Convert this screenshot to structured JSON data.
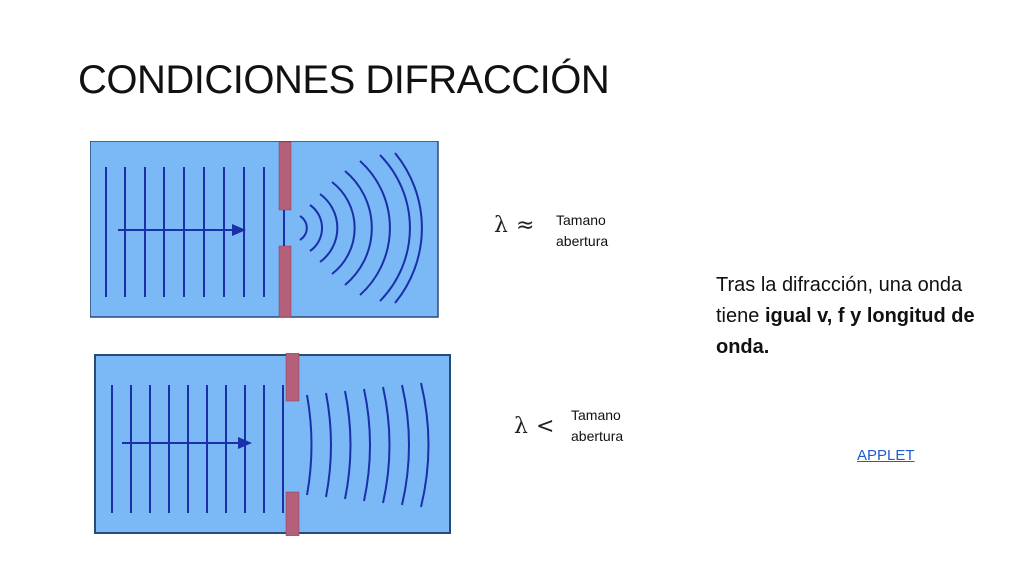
{
  "slide": {
    "title": "CONDICIONES DIFRACCIÓN"
  },
  "diagram_top": {
    "relation_symbol": "≈",
    "lambda_symbol": "λ",
    "label_line1": "Tamano",
    "label_line2": "abertura"
  },
  "diagram_bottom": {
    "relation_symbol": "<",
    "lambda_symbol": "λ",
    "label_line1": "Tamano",
    "label_line2": "abertura"
  },
  "body": {
    "text_plain": "Tras la difracción, una onda tiene ",
    "text_bold": "igual v, f y longitud de onda."
  },
  "link": {
    "label": "APPLET"
  },
  "colors": {
    "water": "#7ab9f5",
    "wave": "#1a2fa8",
    "barrier": "#b5607a",
    "link": "#1f5bd1"
  },
  "icons": [
    "arrow-right-icon"
  ]
}
